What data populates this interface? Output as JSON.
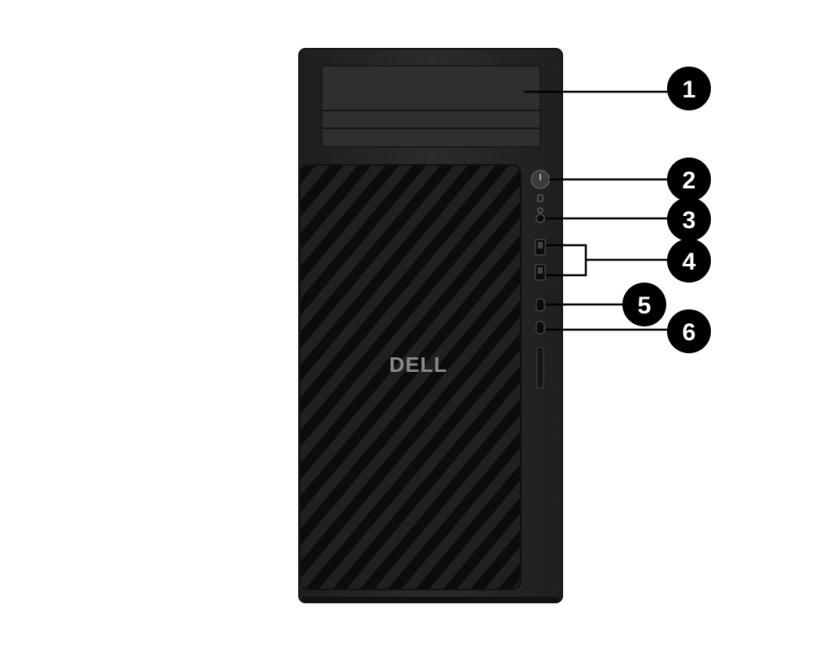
{
  "brand": {
    "logo_text": "DELL"
  },
  "callouts": [
    {
      "number": "1"
    },
    {
      "number": "2"
    },
    {
      "number": "3"
    },
    {
      "number": "4"
    },
    {
      "number": "5"
    },
    {
      "number": "6"
    }
  ],
  "colors": {
    "chassis": "#2a2a2a",
    "chassis_edge": "#1c1c1c",
    "grille": "#141414",
    "bay": "#333333",
    "callout_circle": "#000000",
    "callout_text": "#ffffff",
    "leader_line": "#000000",
    "logo": "#8a8a8a"
  }
}
